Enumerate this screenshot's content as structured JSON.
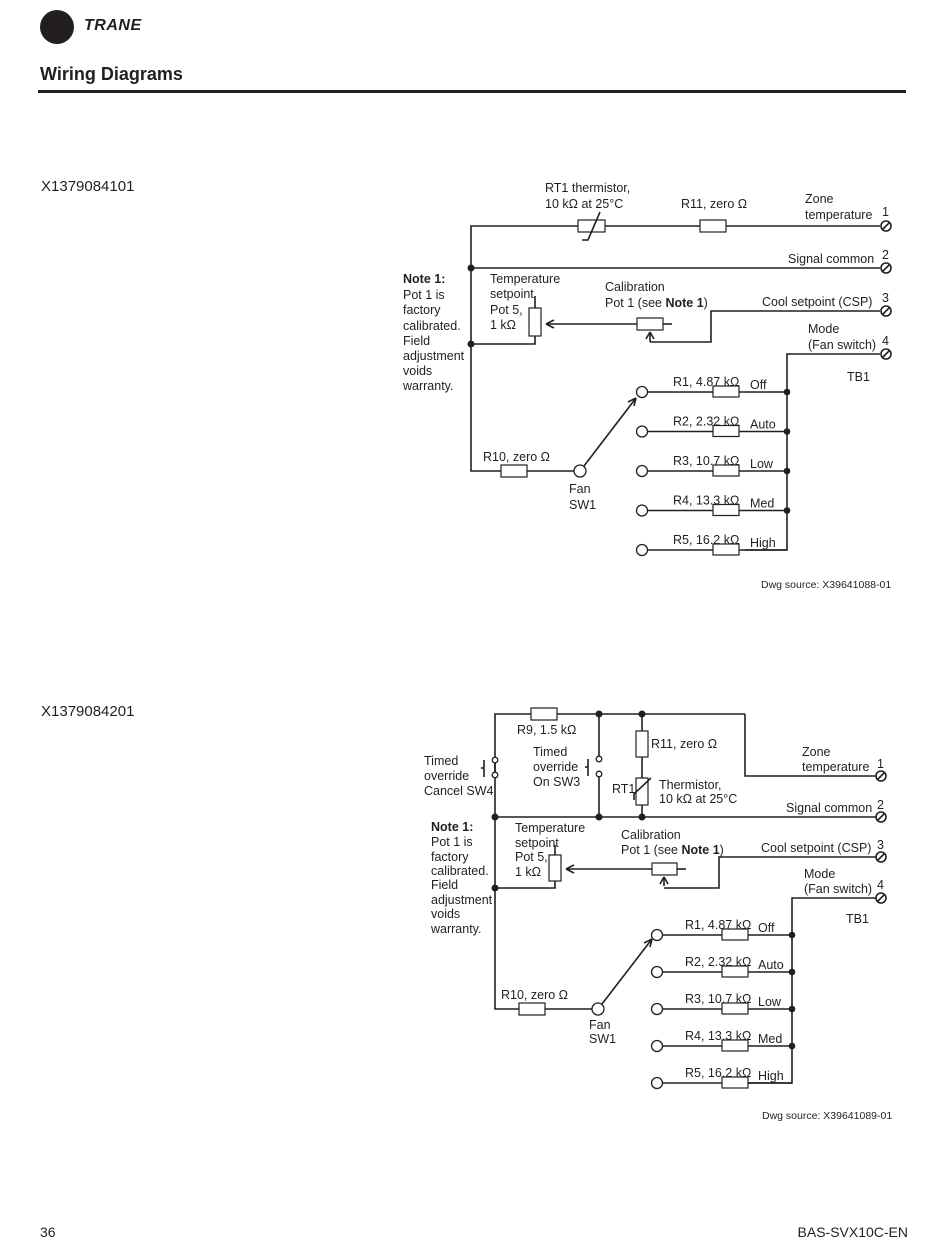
{
  "header": {
    "brand": "TRANE",
    "page_title": "Wiring Diagrams"
  },
  "footer": {
    "page_number": "36",
    "doc_code": "BAS-SVX10C-EN"
  },
  "diagram1": {
    "id": "X1379084101",
    "rt1": [
      "RT1 thermistor,",
      "10 kΩ at 25°C"
    ],
    "r11": "R11, zero Ω",
    "zone": [
      "Zone",
      "temperature"
    ],
    "signal_common": "Signal common",
    "note_title": "Note 1:",
    "note_lines": [
      "Pot 1 is",
      "factory",
      "calibrated.",
      "Field",
      "adjustment",
      "voids",
      "warranty."
    ],
    "temp_setpoint": [
      "Temperature",
      "setpoint",
      "Pot 5,",
      "1 kΩ"
    ],
    "calibration": [
      "Calibration",
      "Pot 1 (see ",
      "Note 1",
      ")"
    ],
    "csp": "Cool setpoint (CSP)",
    "mode": [
      "Mode",
      "(Fan switch)"
    ],
    "tb1": "TB1",
    "r10": "R10, zero Ω",
    "fan": [
      "Fan",
      "SW1"
    ],
    "resistors": [
      {
        "label": "R1, 4.87 kΩ",
        "mode": "Off"
      },
      {
        "label": "R2, 2.32 kΩ",
        "mode": "Auto"
      },
      {
        "label": "R3, 10.7 kΩ",
        "mode": "Low"
      },
      {
        "label": "R4, 13.3 kΩ",
        "mode": "Med"
      },
      {
        "label": "R5, 16.2 kΩ",
        "mode": "High"
      }
    ],
    "terminals": [
      "1",
      "2",
      "3",
      "4"
    ],
    "source": "Dwg source: X39641088-01"
  },
  "diagram2": {
    "id": "X1379084201",
    "r9": "R9, 1.5 kΩ",
    "sw4": [
      "Timed",
      "override",
      "Cancel SW4"
    ],
    "sw3": [
      "Timed",
      "override",
      "On SW3"
    ],
    "r11": "R11, zero Ω",
    "rt1": "RT1",
    "thermistor": [
      "Thermistor,",
      "10 kΩ at 25°C"
    ],
    "zone": [
      "Zone",
      "temperature"
    ],
    "signal_common": "Signal common",
    "note_title": "Note 1:",
    "note_lines": [
      "Pot 1 is",
      "factory",
      "calibrated.",
      "Field",
      "adjustment",
      "voids",
      "warranty."
    ],
    "temp_setpoint": [
      "Temperature",
      "setpoint",
      "Pot 5,",
      "1 kΩ"
    ],
    "calibration": [
      "Calibration",
      "Pot 1 (see ",
      "Note 1",
      ")"
    ],
    "csp": "Cool setpoint (CSP)",
    "mode": [
      "Mode",
      "(Fan switch)"
    ],
    "tb1": "TB1",
    "r10": "R10, zero Ω",
    "fan": [
      "Fan",
      "SW1"
    ],
    "resistors": [
      {
        "label": "R1, 4.87 kΩ",
        "mode": "Off"
      },
      {
        "label": "R2, 2.32 kΩ",
        "mode": "Auto"
      },
      {
        "label": "R3, 10.7 kΩ",
        "mode": "Low"
      },
      {
        "label": "R4, 13.3 kΩ",
        "mode": "Med"
      },
      {
        "label": "R5, 16.2 kΩ",
        "mode": "High"
      }
    ],
    "terminals": [
      "1",
      "2",
      "3",
      "4"
    ],
    "source": "Dwg source: X39641089-01"
  }
}
